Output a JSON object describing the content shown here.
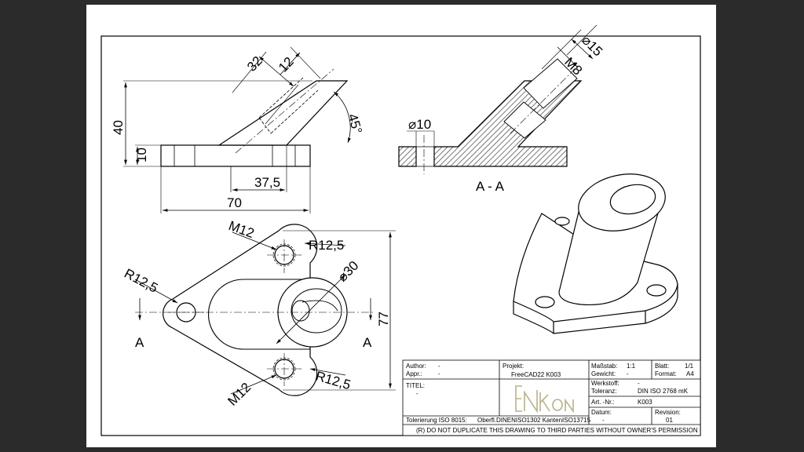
{
  "dimensions": {
    "d32": "32",
    "d12": "12",
    "d40": "40",
    "d10": "10",
    "d45": "45°",
    "d37_5": "37,5",
    "d70": "70",
    "dia10": "⌀10",
    "m8": "M8",
    "dia15": "⌀15",
    "m12_top": "M12",
    "m12_bottom": "M12",
    "r12_5_left": "R12,5",
    "r12_5_top": "R12,5",
    "r12_5_bottom": "R12,5",
    "dia30": "⌀30",
    "d77": "77"
  },
  "section": {
    "label": "A - A",
    "cut_left": "A",
    "cut_right": "A"
  },
  "title_block": {
    "author_label": "Author:",
    "author_value": "-",
    "appr_label": "Appr.:",
    "appr_value": "-",
    "projekt_label": "Projekt:",
    "projekt_value": "FreeCAD22 K003",
    "massstab_label": "Maßstab:",
    "massstab_value": "1:1",
    "blatt_label": "Blatt:",
    "blatt_value": "1/1",
    "gewicht_label": "Gewicht:",
    "gewicht_value": "-",
    "format_label": "Format:",
    "format_value": "A4",
    "werkstoff_label": "Werkstoff:",
    "werkstoff_value": "-",
    "toleranz_label": "Toleranz:",
    "toleranz_value": "DIN ISO 2768 mK",
    "artnr_label": "Art. -Nr.:",
    "artnr_value": "K003",
    "titel_label": "TITEL:",
    "titel_value": "-",
    "datum_label": "Datum:",
    "datum_value": "-",
    "revision_label": "Revision:",
    "revision_value": "01",
    "tolerierung": "Tolerierung ISO 8015:",
    "oberfl": "Oberfl.DINENISO1302 KantenISO13715",
    "notice": "(R) DO NOT DUPLICATE THIS DRAWING TO THIRD PARTIES WITHOUT OWNER'S PERMISSION !"
  },
  "colors": {
    "background": "#2b2b2b",
    "paper": "#ffffff",
    "line": "#000000",
    "hatch": "#555555"
  }
}
